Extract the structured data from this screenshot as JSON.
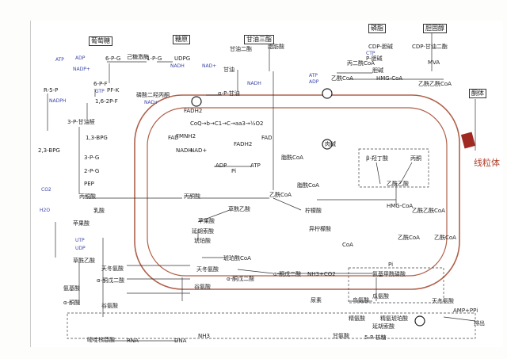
{
  "title_boxes": [
    "葡萄糖",
    "糖原",
    "甘油三酯",
    "磷脂",
    "胆固醇",
    "酮体"
  ],
  "organelle_label": "线粒体",
  "colors": {
    "membrane": "#b0604a",
    "cofactor": "#3d47a8",
    "ink": "#222222",
    "tag": "#a02a22"
  },
  "nodes": [
    "6-P-G",
    "1-P-G",
    "UDPG",
    "己糖激酶",
    "甘油",
    "α-P-甘油",
    "R-5-P",
    "6-P-F",
    "PF-K",
    "1,6-2P-F",
    "磷酸二羟丙酮",
    "3-P-甘油醛",
    "1,3-BPG",
    "2,3-BPG",
    "3-P-G",
    "2-P-G",
    "PEP",
    "丙酮酸",
    "乳酸",
    "苹果酸",
    "草酰乙酸",
    "天冬氨酸",
    "α-酮戊二酸",
    "谷氨酸",
    "α-酮酸",
    "氨基酸",
    "嘧啶核苷酸",
    "RNA",
    "DNA",
    "NH3",
    "FADH2",
    "CoQ→b→C1→C→aa3→½O2",
    "FMNH2",
    "FAD",
    "NADH",
    "NAD+",
    "ADP",
    "ATP",
    "Pi",
    "丙酮酸",
    "乙酰CoA",
    "草酰乙酸",
    "柠檬酸",
    "异柠檬酸",
    "苹果酸",
    "延胡索酸",
    "琥珀酸",
    "琥珀酰CoA",
    "α-酮戊二酸",
    "天冬氨酸",
    "谷氨酸",
    "α-酮戊二酸",
    "NH3+CO2",
    "氨基甲酰磷酸",
    "Pi",
    "瓜氨酸",
    "鸟氨酸",
    "精氨酸",
    "精氨琥珀酸",
    "尿素",
    "延胡索酸",
    "天冬氨酸",
    "AMP+PPi",
    "排出",
    "5-P-核糖",
    "甘氨酸",
    "脂酰CoA",
    "脂酰CoA",
    "肉碱",
    "脂肪酸",
    "甘油二酯",
    "CDP-胆碱",
    "CDP-甘油二酯",
    "P-胆碱",
    "胆碱",
    "MVA",
    "丙二酰CoA",
    "乙酰CoA",
    "HMG-CoA",
    "乙酰乙酰CoA",
    "β-羟丁酸",
    "丙酮",
    "乙酰乙酸",
    "HMG-CoA",
    "乙酰CoA",
    "乙酰CoA",
    "乙酰乙酰CoA",
    "CoA",
    "FADH2",
    "FAD"
  ],
  "cofactors": [
    "ATP",
    "ADP",
    "NADPH",
    "NADP+",
    "NAD+",
    "NADH",
    "CTP",
    "GTP",
    "CO2",
    "H2O",
    "UTP",
    "UDP",
    "NADH",
    "NAD+",
    "ATP",
    "ADP"
  ]
}
